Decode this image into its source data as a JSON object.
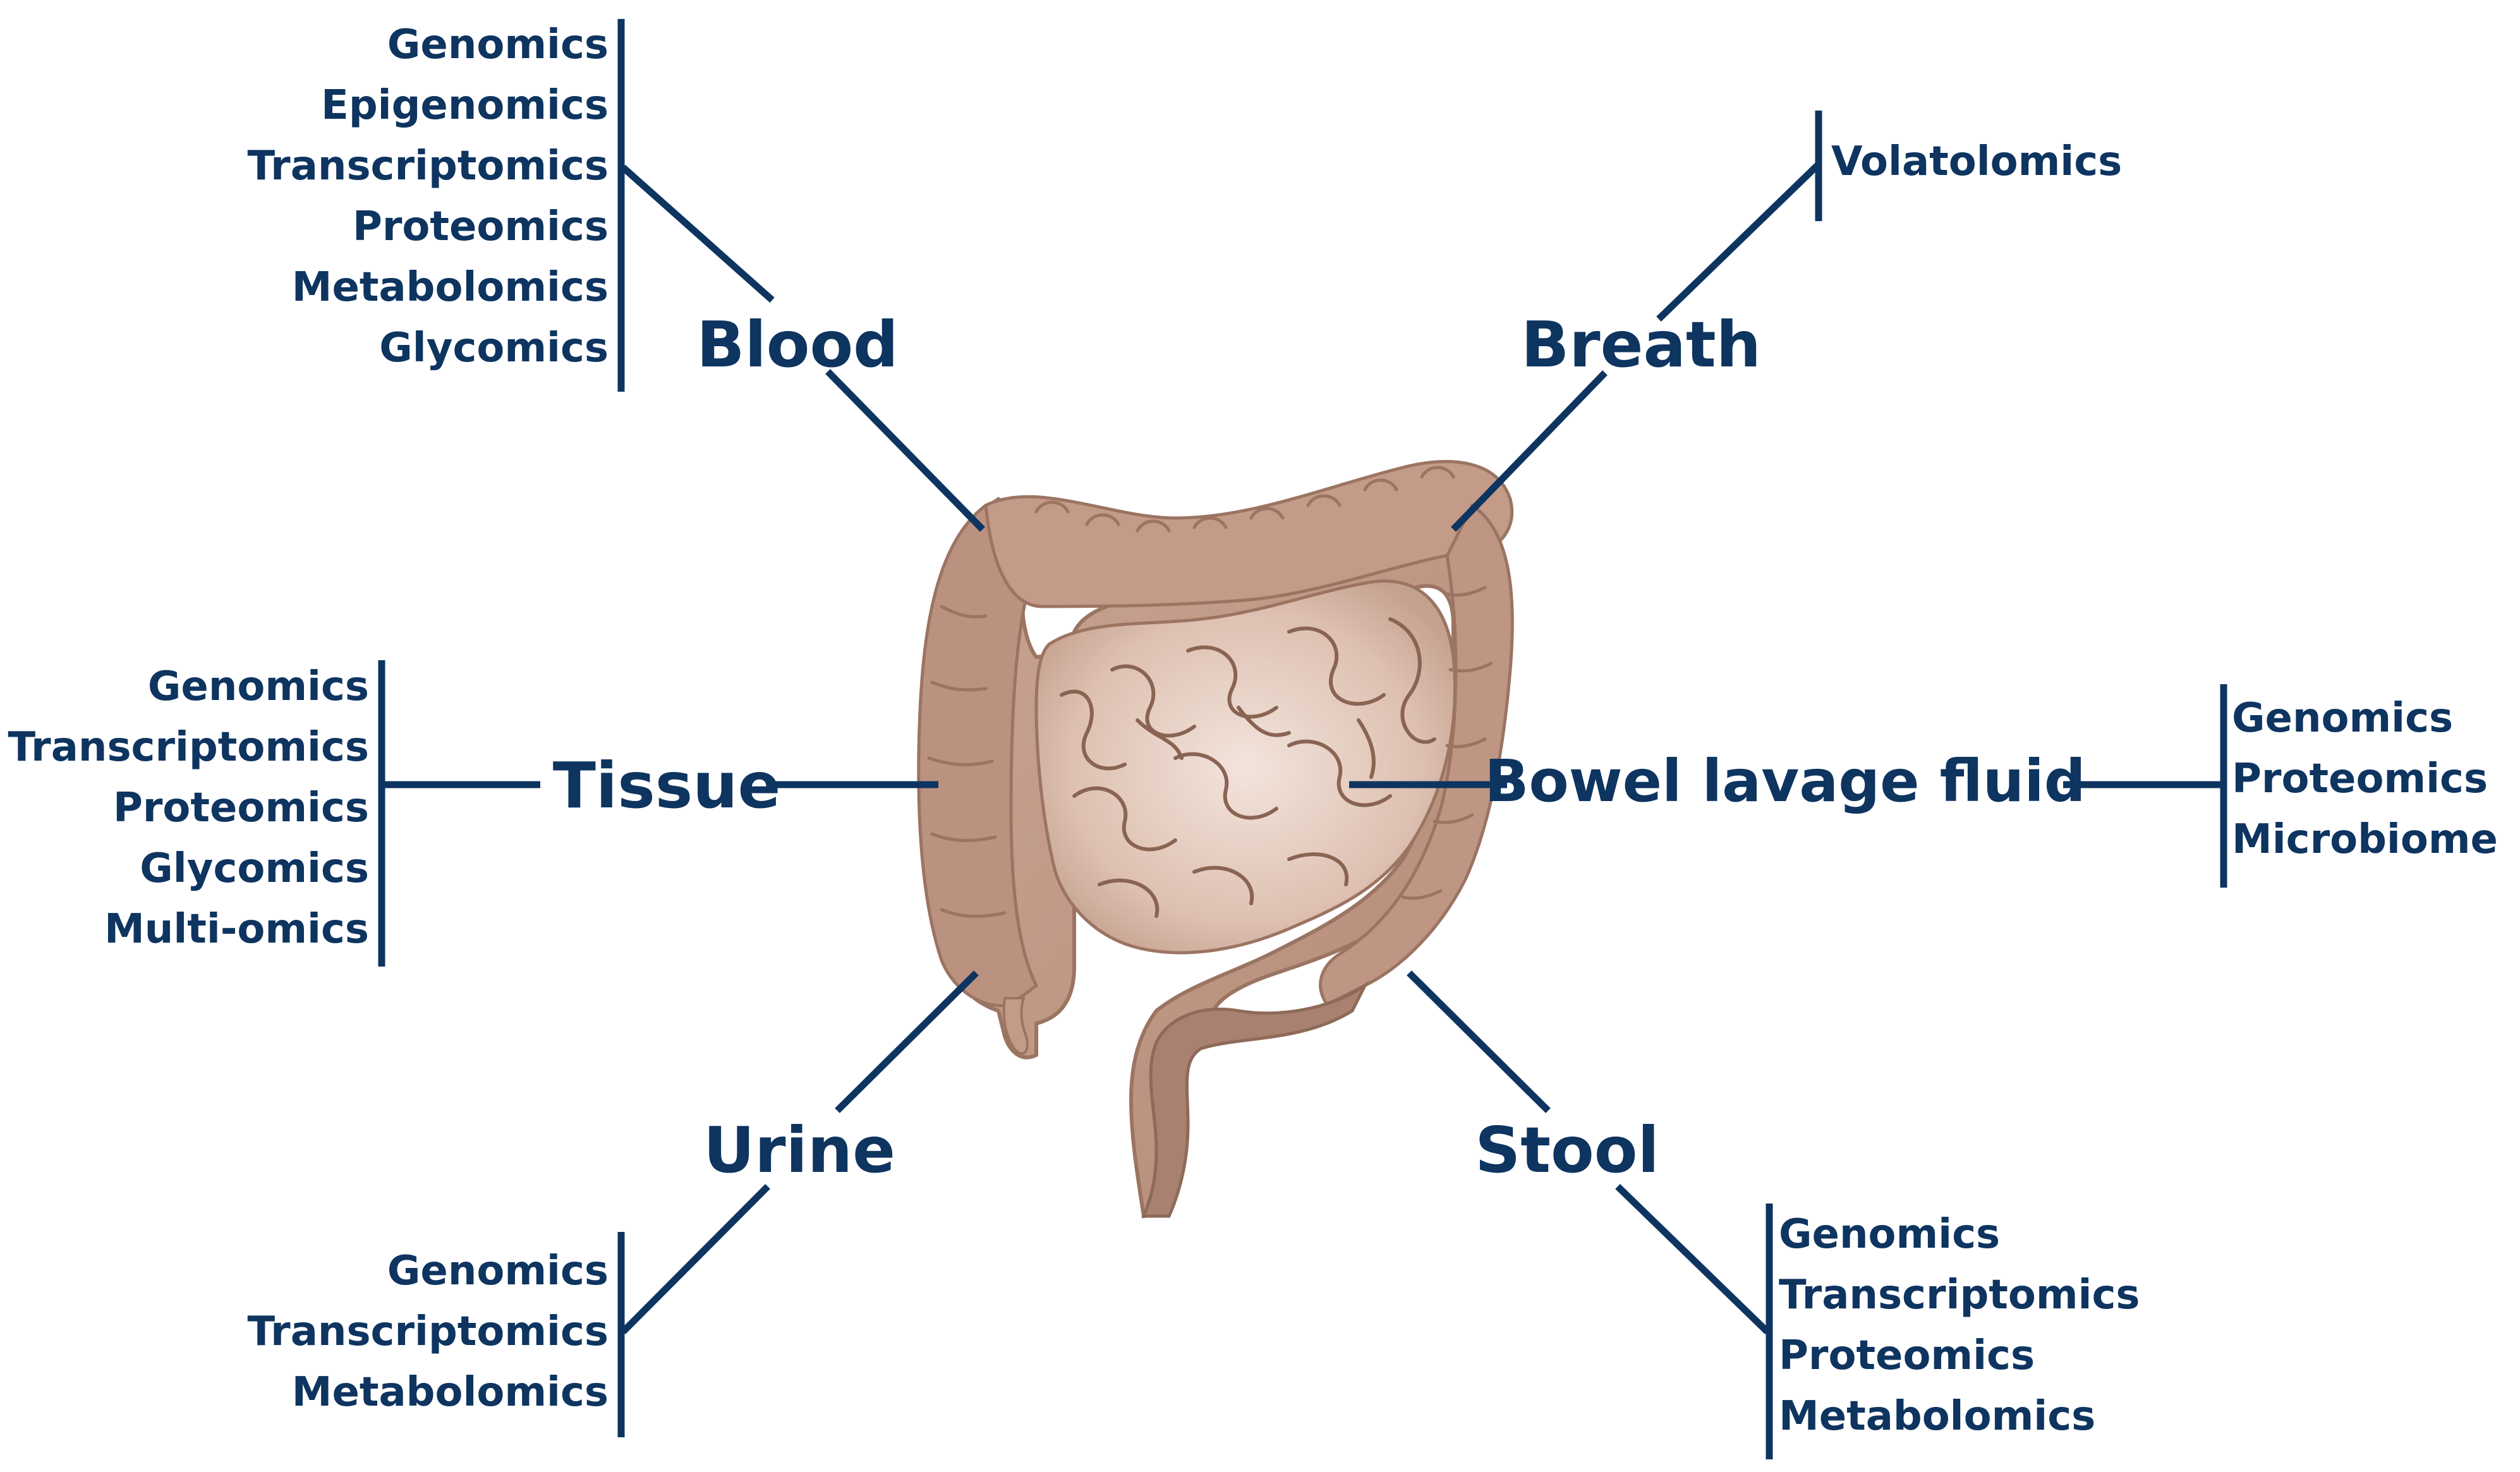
{
  "diagram": {
    "sources": {
      "blood": {
        "label": "Blood",
        "omics": [
          "Genomics",
          "Epigenomics",
          "Transcriptomics",
          "Proteomics",
          "Metabolomics",
          "Glycomics"
        ]
      },
      "breath": {
        "label": "Breath",
        "omics": [
          "Volatolomics"
        ]
      },
      "tissue": {
        "label": "Tissue",
        "omics": [
          "Genomics",
          "Transcriptomics",
          "Proteomics",
          "Glycomics",
          "Multi-omics"
        ]
      },
      "bowel_lavage": {
        "label": "Bowel lavage fluid",
        "omics": [
          "Genomics",
          "Proteomics",
          "Microbiome"
        ]
      },
      "urine": {
        "label": "Urine",
        "omics": [
          "Genomics",
          "Transcriptomics",
          "Metabolomics"
        ]
      },
      "stool": {
        "label": "Stool",
        "omics": [
          "Genomics",
          "Transcriptomics",
          "Proteomics",
          "Metabolomics"
        ]
      }
    },
    "colors": {
      "text": "#0e3460",
      "organ": "#c7a08e",
      "organ_light": "#e8d2c6",
      "organ_dark": "#8a6453"
    }
  }
}
